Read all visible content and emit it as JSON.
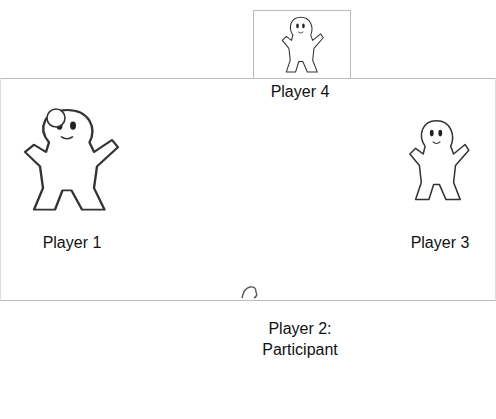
{
  "diagram": {
    "labels": [
      "Player 4",
      "Player 1",
      "Player 3",
      "Player 2: Participant"
    ]
  }
}
